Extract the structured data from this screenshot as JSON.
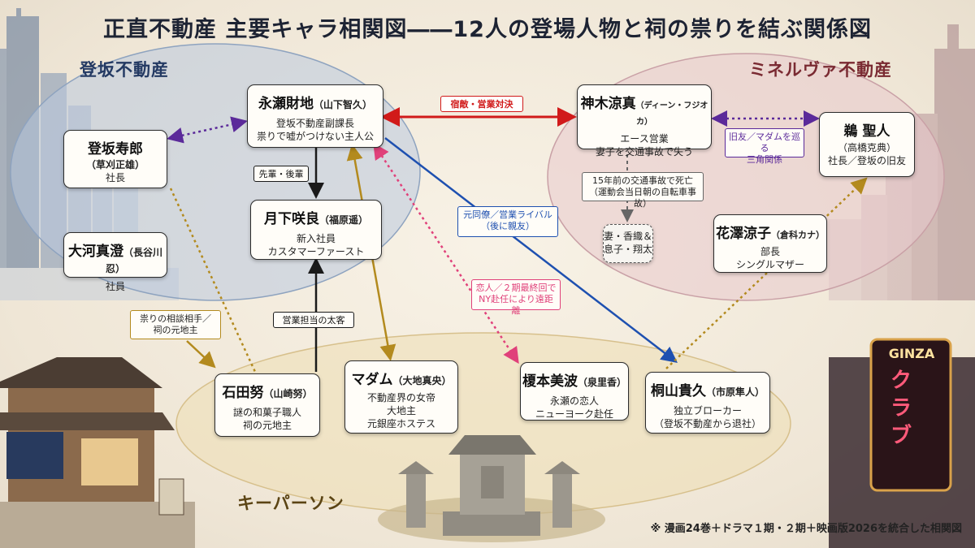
{
  "title": "正直不動産 主要キャラ相関図――12人の登場人物と祠の祟りを結ぶ関係図",
  "groups": {
    "tosaka": "登坂不動産",
    "minerva": "ミネルヴァ不動産",
    "keyperson": "キーパーソン"
  },
  "cards": {
    "nagase": {
      "name": "永瀬財地",
      "actor": "（山下智久）",
      "line1": "登坂不動産副課長",
      "line2": "祟りで嘘がつけない主人公"
    },
    "tosaka_toshiro": {
      "name": "登坂寿郎",
      "actor": "（草刈正雄）",
      "line1": "社長"
    },
    "okawa": {
      "name": "大河真澄",
      "actor": "（長谷川忍）",
      "line1": "社員"
    },
    "tsukishita": {
      "name": "月下咲良",
      "actor": "（福原遥）",
      "line1": "新入社員",
      "line2": "カスタマーファースト"
    },
    "kamiki": {
      "name": "神木涼真",
      "actor": "（ディーン・フジオカ）",
      "line1": "エース営業",
      "line2": "妻子を交通事故で失う"
    },
    "ukai": {
      "name": "鵜 聖人",
      "actor": "（高橋克典）",
      "line1": "社長／登坂の旧友"
    },
    "hanazawa": {
      "name": "花澤涼子",
      "actor": "（倉科カナ）",
      "line1": "部長",
      "line2": "シングルマザー"
    },
    "family": {
      "line1": "妻・香織＆",
      "line2": "息子・翔太"
    },
    "ishida": {
      "name": "石田努",
      "actor": "（山崎努）",
      "line1": "謎の和菓子職人",
      "line2": "祠の元地主"
    },
    "madam": {
      "name": "マダム",
      "actor": "（大地真央）",
      "line1": "不動産界の女帝",
      "line2": "大地主",
      "line3": "元銀座ホステス"
    },
    "enomoto": {
      "name": "榎本美波",
      "actor": "（泉里香）",
      "line1": "永瀬の恋人",
      "line2": "ニューヨーク赴任"
    },
    "kiriyama": {
      "name": "桐山貴久",
      "actor": "（市原隼人）",
      "line1": "独立ブローカー",
      "line2": "（登坂不動産から退社）"
    }
  },
  "labels": {
    "rival": "宿敵・営業対決",
    "senpai": "先輩・後輩",
    "exlover": "旧友／マダムを巡る\n三角関係",
    "accident": "15年前の交通事故で死亡\n（運動会当日朝の自転車事故）",
    "colleague": "元同僚／営業ライバル\n（後に親友）",
    "lover": "恋人／２期最終回で\nNY赴任により遠距離",
    "curse": "祟りの相談相手／\n祠の元地主",
    "client": "営業担当の太客"
  },
  "sign": {
    "ginza": "GINZA",
    "club": "クラブ"
  },
  "footnote": "※ 漫画24巻＋ドラマ１期・２期＋映画版2026を統合した相関図",
  "colors": {
    "rival": "#d11a1a",
    "purple": "#5b2a9a",
    "blue": "#1e50b0",
    "gold": "#b38a1e",
    "pink": "#e0417a",
    "black": "#1a1a1a",
    "gray": "#666666"
  }
}
